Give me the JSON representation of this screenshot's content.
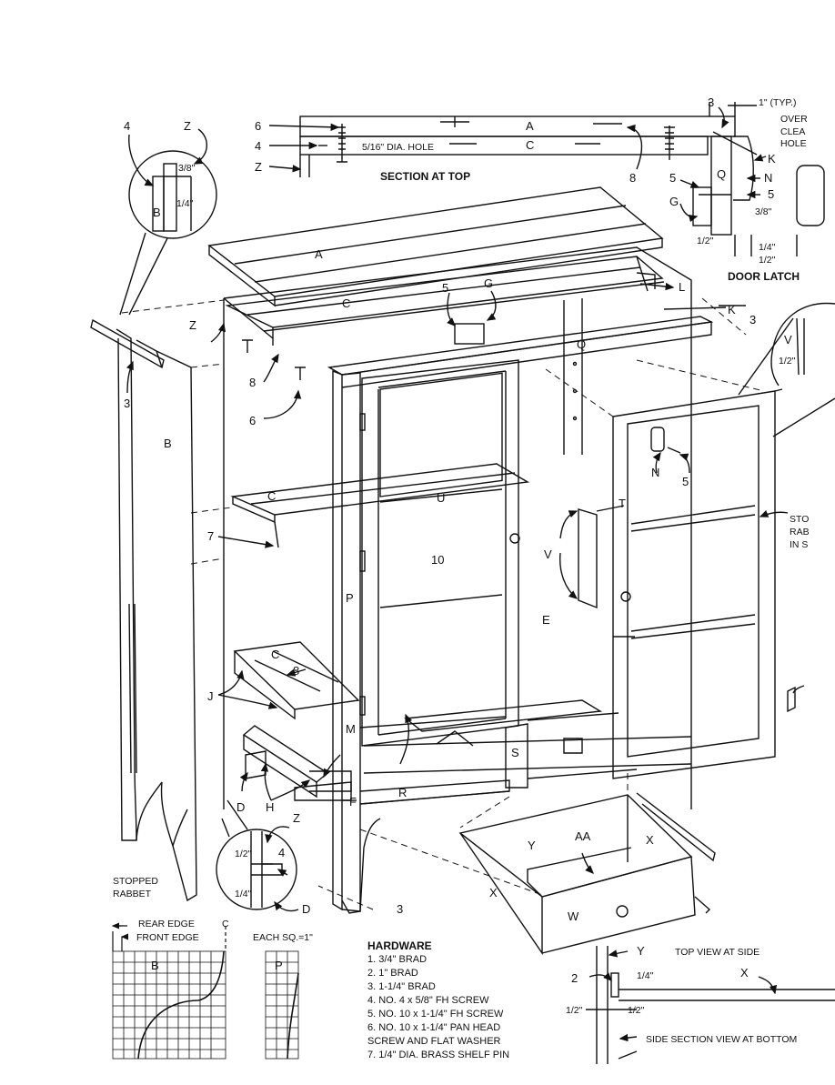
{
  "section_top": {
    "title": "SECTION AT TOP",
    "hole_note": "5/16\" DIA. HOLE",
    "typ_note": "1\" (TYP.)",
    "clearance_note": [
      "OVER",
      "CLEA",
      "HOLE"
    ],
    "labels": {
      "a": "A",
      "c": "C",
      "n6": "6",
      "n4": "4",
      "z": "Z",
      "n8": "8",
      "n3": "3"
    }
  },
  "door_latch": {
    "title": "DOOR LATCH",
    "labels": {
      "k": "K",
      "q": "Q",
      "n": "N",
      "g": "G",
      "n5a": "5",
      "n5b": "5"
    },
    "dims": {
      "d38": "3/8\"",
      "d12a": "1/2\"",
      "d14": "1/4\"",
      "d12b": "1/2\""
    }
  },
  "detail_top_left": {
    "labels": {
      "n4": "4",
      "z": "Z",
      "b": "B"
    },
    "dims": {
      "d38": "3/8\"",
      "d14": "1/4\""
    }
  },
  "detail_bottom": {
    "labels": {
      "z": "Z",
      "n4": "4",
      "d": "D"
    },
    "dims": {
      "d12": "1/2\"",
      "d14": "1/4\""
    }
  },
  "detail_right": {
    "labels": {
      "v": "V"
    },
    "dims": {
      "d12": "1/2\""
    }
  },
  "exploded": {
    "labels": {
      "a": "A",
      "c_top": "C",
      "g": "G",
      "n5": "5",
      "l": "L",
      "k": "K",
      "n3_top": "3",
      "z": "Z",
      "n8_top": "8",
      "n6": "6",
      "q": "Q",
      "n3_side": "3",
      "b": "B",
      "c_mid": "C",
      "n7": "7",
      "u": "U",
      "n10": "10",
      "t": "T",
      "n_latch": "N",
      "n5_latch": "5",
      "v": "V",
      "p": "P",
      "e": "E",
      "c_low": "C",
      "n8_low": "8",
      "j": "J",
      "m": "M",
      "s": "S",
      "r": "R",
      "d": "D",
      "h": "H",
      "f": "F",
      "n3_bottom": "3",
      "y": "Y",
      "aa": "AA",
      "x1": "X",
      "x2": "X",
      "w": "W"
    },
    "stopped_rabbet": [
      "STOPPED",
      "RABBET"
    ],
    "stopped_rabbet_right": [
      "STO",
      "RAB",
      "IN S"
    ]
  },
  "grid_patterns": {
    "rear_edge": "REAR EDGE",
    "front_edge": "FRONT EDGE",
    "centerline": "C",
    "each_sq": "EACH SQ.=1\"",
    "b": "B",
    "p": "P"
  },
  "hardware": {
    "title": "HARDWARE",
    "items": [
      "1.  3/4\" BRAD",
      "2.  1\" BRAD",
      "3.  1-1/4\" BRAD",
      "4.  NO. 4 x 5/8\" FH SCREW",
      "5.  NO. 10 x 1-1/4\" FH SCREW",
      "6.  NO. 10 x 1-1/4\" PAN HEAD",
      "     SCREW AND FLAT WASHER",
      "7.  1/4\" DIA. BRASS SHELF PIN"
    ]
  },
  "top_view_side": {
    "title": "TOP VIEW AT SIDE",
    "labels": {
      "y": "Y",
      "x": "X",
      "n2": "2"
    },
    "dims": {
      "d14": "1/4\"",
      "d12a": "1/2\"",
      "d12b": "1/2\""
    }
  },
  "side_section_bottom": {
    "title": "SIDE SECTION VIEW AT BOTTOM"
  }
}
